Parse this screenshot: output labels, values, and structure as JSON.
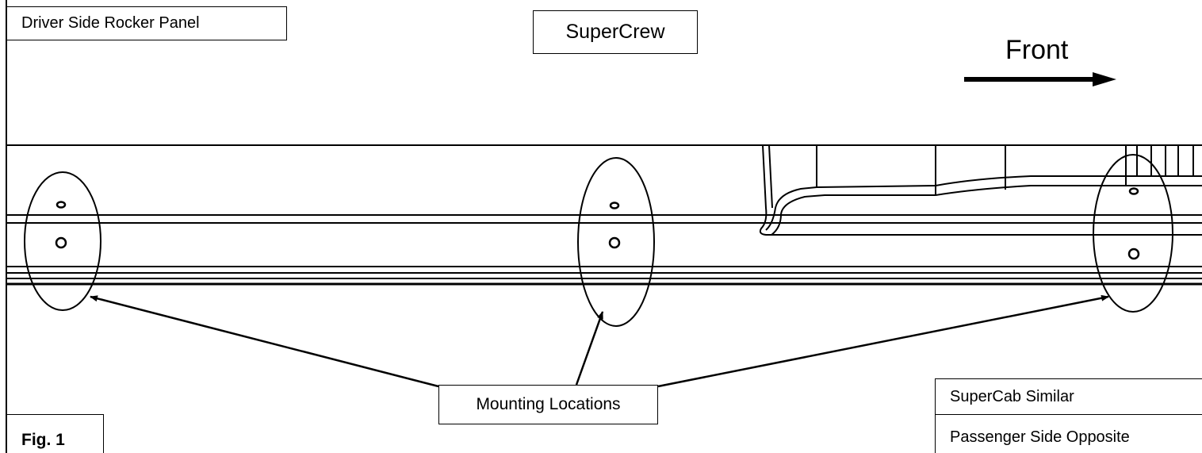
{
  "title": "Driver Side Rocker Panel",
  "model": "SuperCrew",
  "direction_label": "Front",
  "callout": "Mounting Locations",
  "figure_label": "Fig. 1",
  "notes": [
    "SuperCab Similar",
    "Passenger Side Opposite"
  ],
  "colors": {
    "line": "#000000",
    "background": "#ffffff"
  },
  "icons": [
    "arrow-right-icon"
  ]
}
